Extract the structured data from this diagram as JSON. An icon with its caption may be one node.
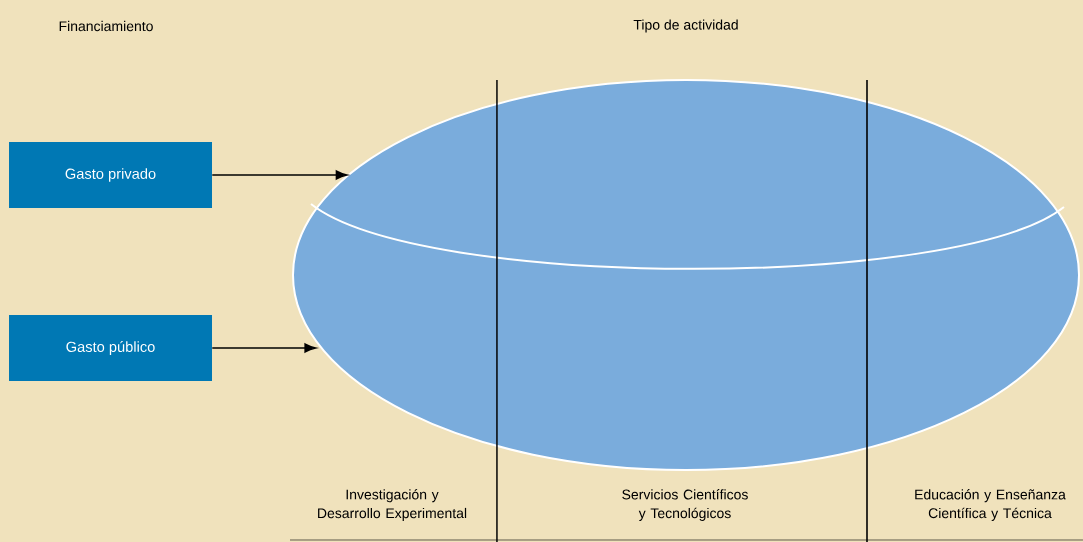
{
  "diagram": {
    "nodes": [
      {
        "text": [
          "Gasto privado"
        ]
      },
      {
        "text": [
          "Gasto público"
        ]
      },
      {
        "text": [],
        "shape": "ellipse"
      }
    ],
    "edges": [
      {
        "from": 0,
        "to": 2,
        "arrow": "to"
      },
      {
        "from": 1,
        "to": 2,
        "arrow": "to"
      }
    ],
    "labels": [
      "Financiamiento",
      "Tipo de actividad",
      "Investigación y Desarrollo Experimental",
      "Servicios Científicos y Tecnológicos",
      "Educación y Enseñanza Científica y Técnica"
    ]
  }
}
